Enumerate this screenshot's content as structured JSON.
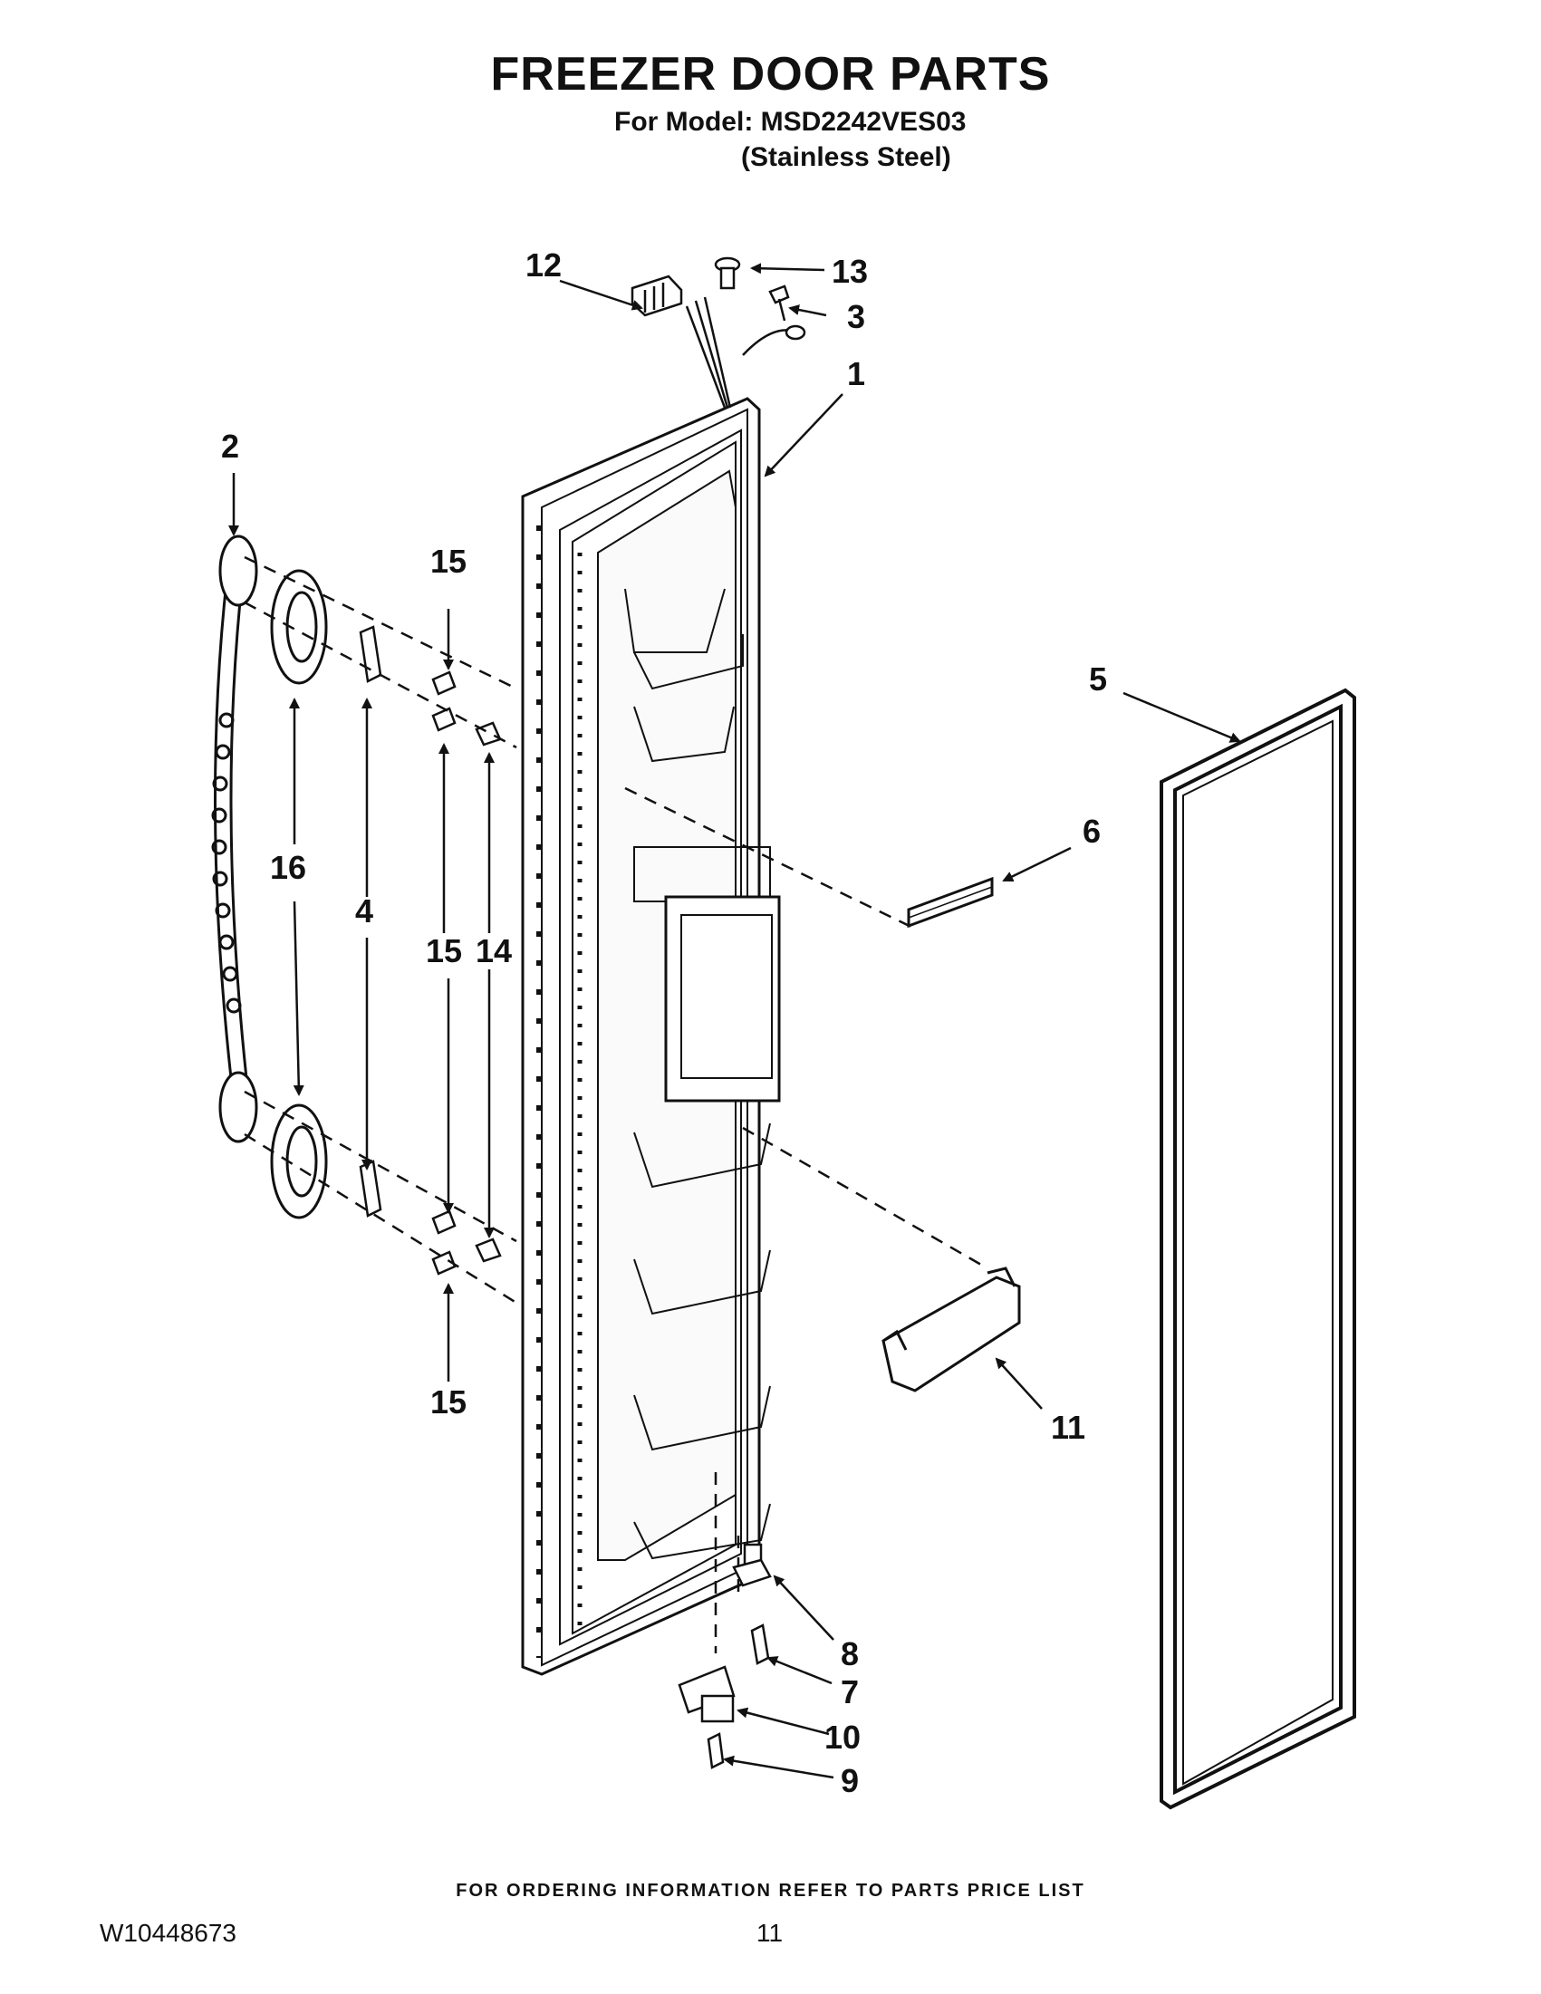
{
  "header": {
    "title": "FREEZER DOOR PARTS",
    "model_line": "For Model: MSD2242VES03",
    "finish_line": "(Stainless Steel)"
  },
  "diagram": {
    "callouts": {
      "c1": "1",
      "c2": "2",
      "c3": "3",
      "c4": "4",
      "c5": "5",
      "c6": "6",
      "c7": "7",
      "c8": "8",
      "c9": "9",
      "c10": "10",
      "c11": "11",
      "c12": "12",
      "c13": "13",
      "c14": "14",
      "c15a": "15",
      "c15b": "15",
      "c15c": "15",
      "c16": "16"
    }
  },
  "footer": {
    "ordering_note": "FOR ORDERING INFORMATION REFER TO PARTS PRICE LIST",
    "document_number": "W10448673",
    "page_number": "11"
  }
}
